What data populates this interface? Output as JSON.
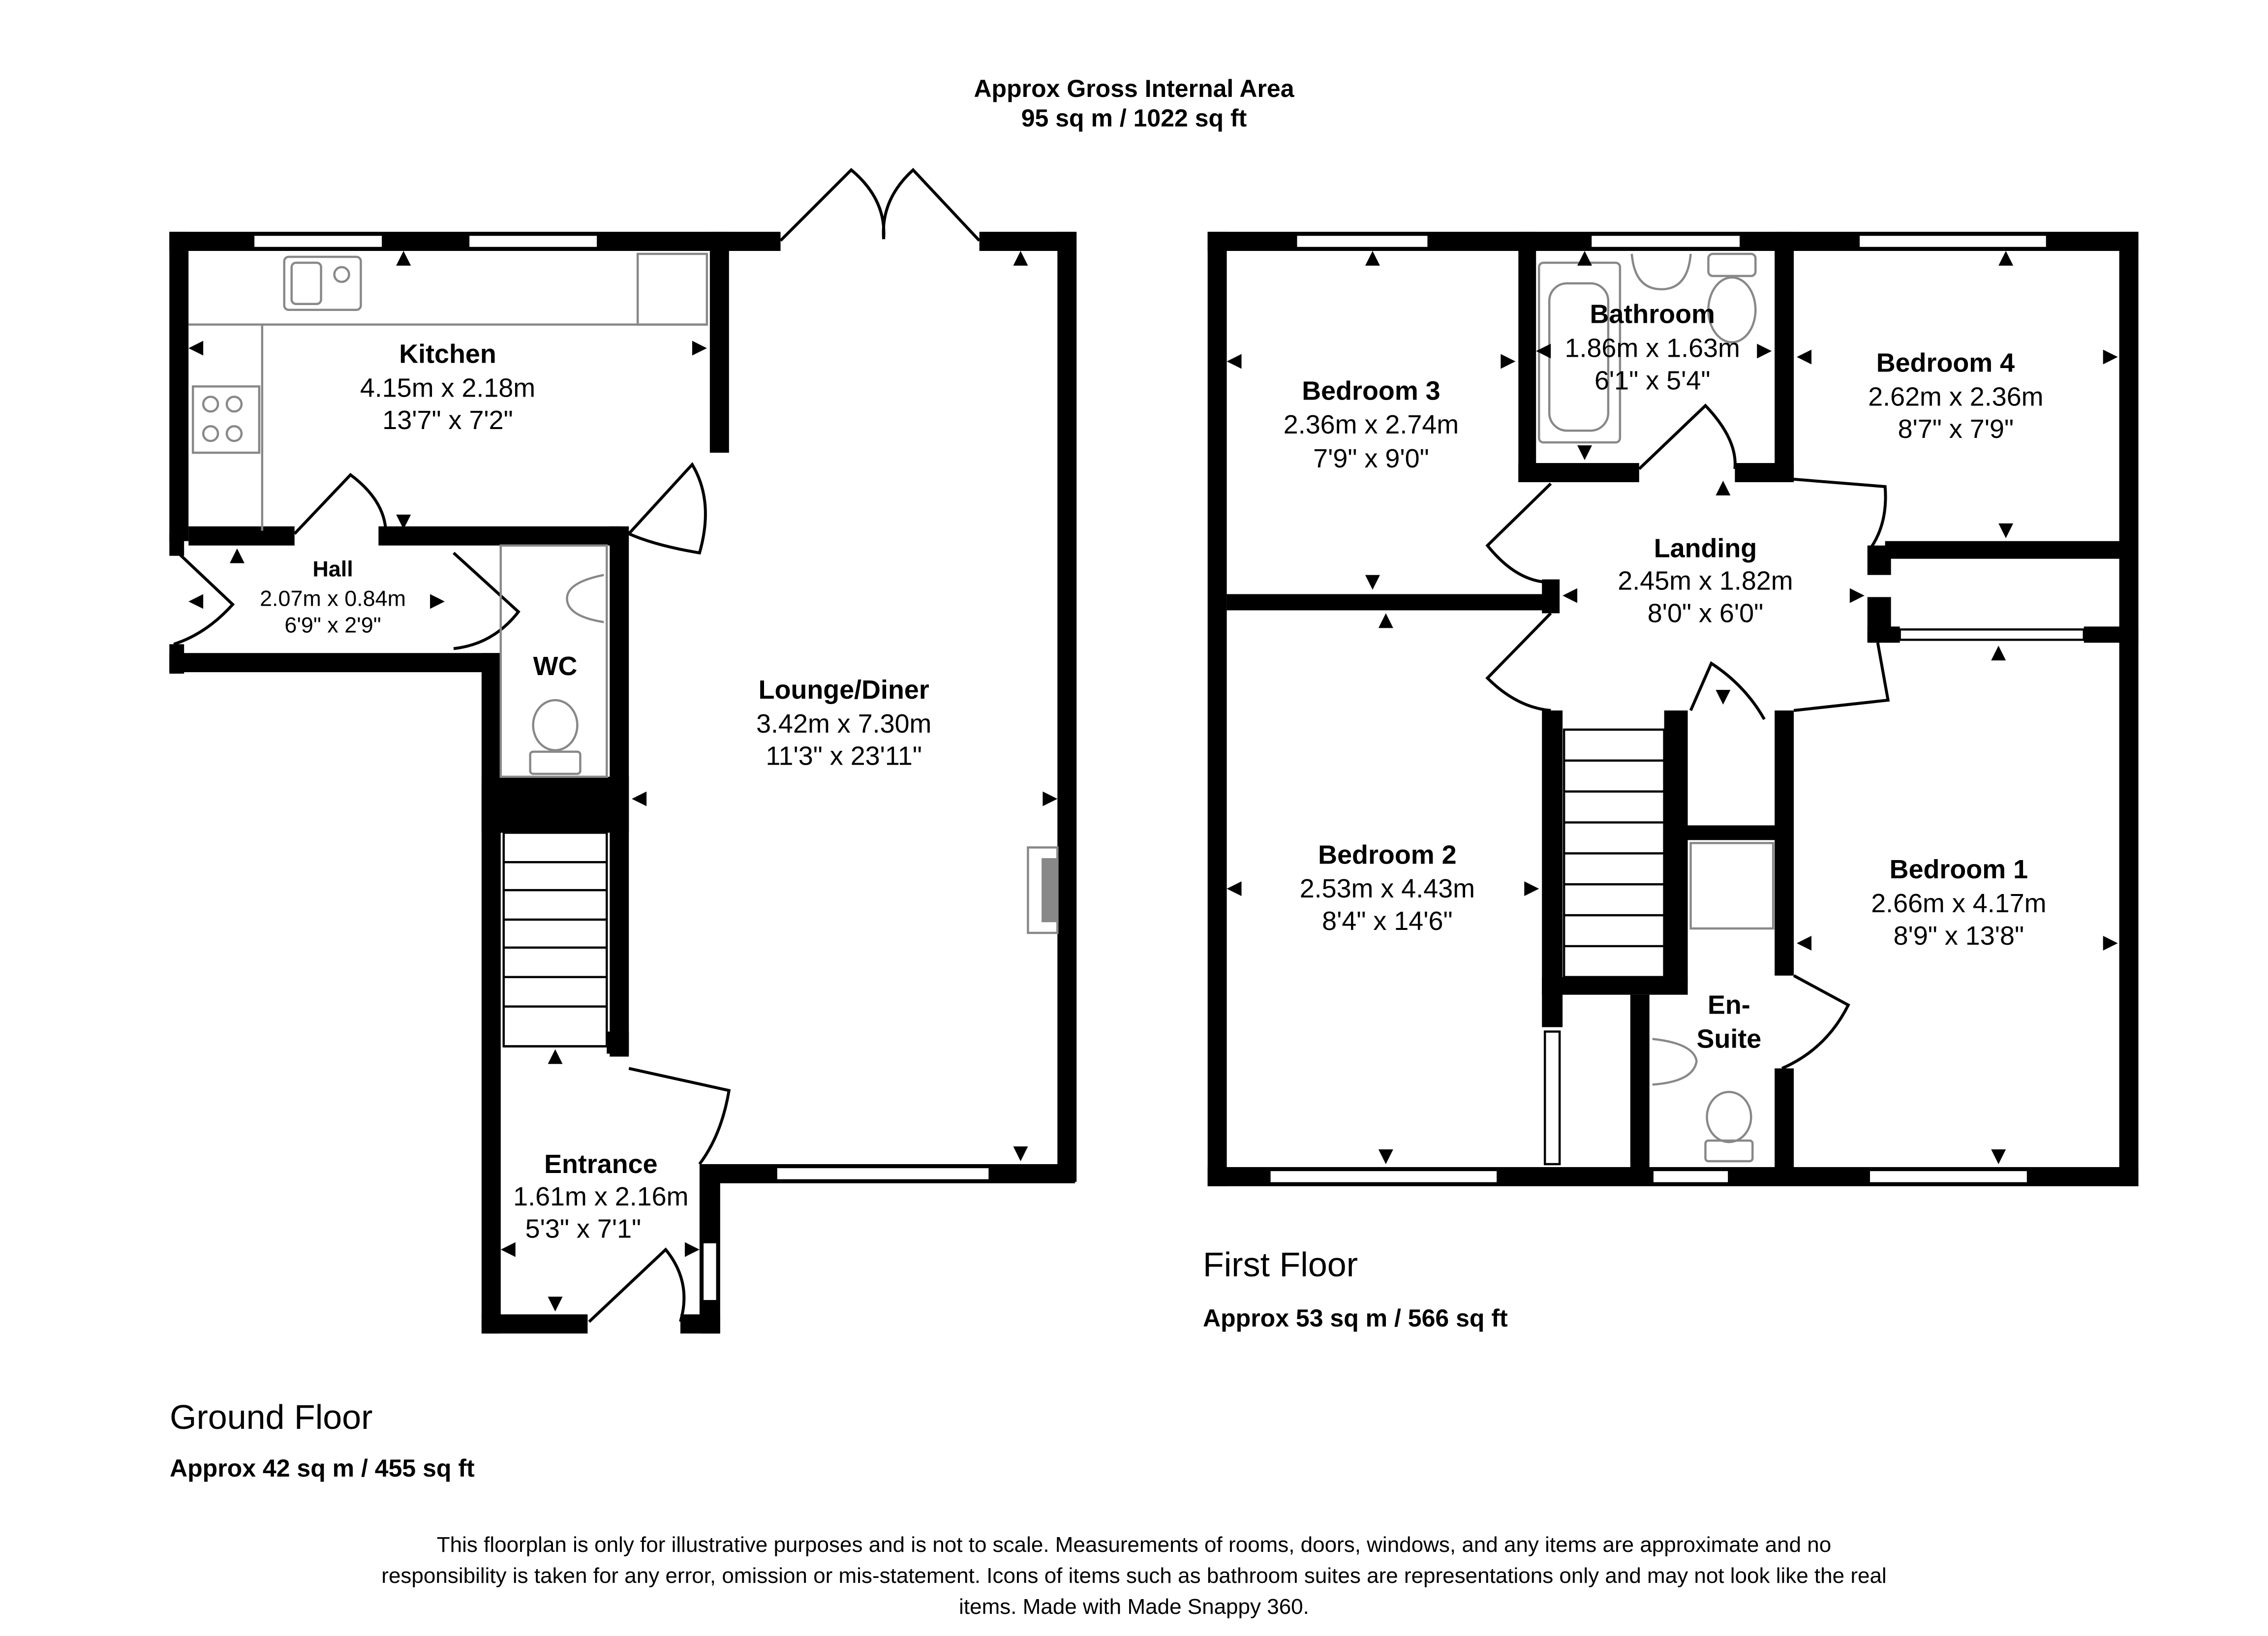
{
  "header": {
    "title": "Approx Gross Internal Area",
    "area": "95 sq m / 1022 sq ft"
  },
  "floors": {
    "ground": {
      "name": "Ground Floor",
      "area": "Approx 42 sq m / 455 sq ft"
    },
    "first": {
      "name": "First Floor",
      "area": "Approx 53 sq m / 566 sq ft"
    }
  },
  "rooms": {
    "kitchen": {
      "name": "Kitchen",
      "metric": "4.15m x 2.18m",
      "imperial": "13'7\" x 7'2\""
    },
    "hall": {
      "name": "Hall",
      "metric": "2.07m x 0.84m",
      "imperial": "6'9\" x 2'9\""
    },
    "wc": {
      "name": "WC"
    },
    "lounge": {
      "name": "Lounge/Diner",
      "metric": "3.42m x 7.30m",
      "imperial": "11'3\" x 23'11\""
    },
    "entrance": {
      "name": "Entrance",
      "metric": "1.61m x 2.16m",
      "imperial": "5'3\" x 7'1\""
    },
    "bedroom3": {
      "name": "Bedroom 3",
      "metric": "2.36m x 2.74m",
      "imperial": "7'9\" x 9'0\""
    },
    "bathroom": {
      "name": "Bathroom",
      "metric": "1.86m x 1.63m",
      "imperial": "6'1\" x 5'4\""
    },
    "bedroom4": {
      "name": "Bedroom 4",
      "metric": "2.62m x 2.36m",
      "imperial": "8'7\" x 7'9\""
    },
    "landing": {
      "name": "Landing",
      "metric": "2.45m x 1.82m",
      "imperial": "8'0\" x 6'0\""
    },
    "bedroom2": {
      "name": "Bedroom 2",
      "metric": "2.53m x 4.43m",
      "imperial": "8'4\" x 14'6\""
    },
    "bedroom1": {
      "name": "Bedroom 1",
      "metric": "2.66m x 4.17m",
      "imperial": "8'9\" x 13'8\""
    },
    "ensuite": {
      "name_line1": "En-",
      "name_line2": "Suite"
    }
  },
  "disclaimer": "This floorplan is only for illustrative purposes and is not to scale. Measurements of rooms, doors, windows, and any items are approximate and no responsibility is taken for any error, omission or mis-statement. Icons of items such as bathroom suites are representations only and may not look like the real items. Made with Made Snappy 360.",
  "colors": {
    "wall": "#000000",
    "fixture": "#888888",
    "background": "#ffffff"
  }
}
